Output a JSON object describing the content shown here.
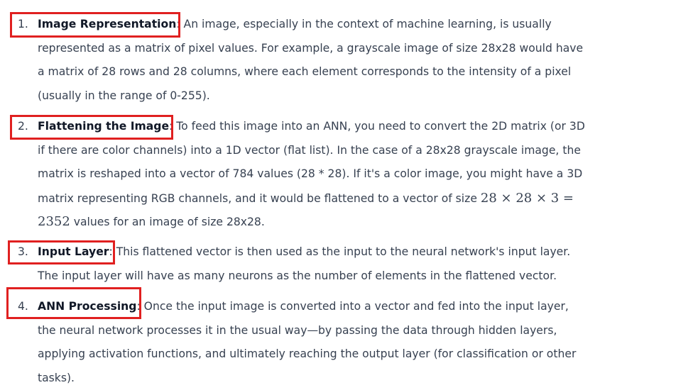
{
  "items": [
    {
      "num": "1.",
      "label": "Image Representation",
      "sep": ":",
      "lines": [
        "An image, especially in the context of machine learning, is usually",
        "represented as a matrix of pixel values. For example, a grayscale image of size 28x28 would have",
        "a matrix of 28 rows and 28 columns, where each element corresponds to the intensity of a pixel",
        "(usually in the range of 0-255)."
      ]
    },
    {
      "num": "2.",
      "label": "Flattening the Image",
      "sep": ":",
      "lines": [
        "To feed this image into an ANN, you need to convert the 2D matrix (or 3D",
        "if there are color channels) into a 1D vector (flat list). In the case of a 28x28 grayscale image, the",
        "matrix is reshaped into a vector of 784 values (28 * 28). If it's a color image, you might have a 3D",
        "matrix representing RGB channels, and it would be flattened to a vector of size "
      ],
      "math1": "28 × 28 × 3 =",
      "math2": "2352",
      "last": " values for an image of size 28x28."
    },
    {
      "num": "3.",
      "label": "Input Layer",
      "sep": ":",
      "lines": [
        "This flattened vector is then used as the input to the neural network's input layer.",
        "The input layer will have as many neurons as the number of elements in the flattened vector."
      ]
    },
    {
      "num": "4.",
      "label": "ANN Processing",
      "sep": ":",
      "lines": [
        "Once the input image is converted into a vector and fed into the input layer,",
        "the neural network processes it in the usual way—by passing the data through hidden layers,",
        "applying activation functions, and ultimately reaching the output layer (for classification or other",
        "tasks)."
      ]
    }
  ],
  "highlight_color": "#e02020"
}
